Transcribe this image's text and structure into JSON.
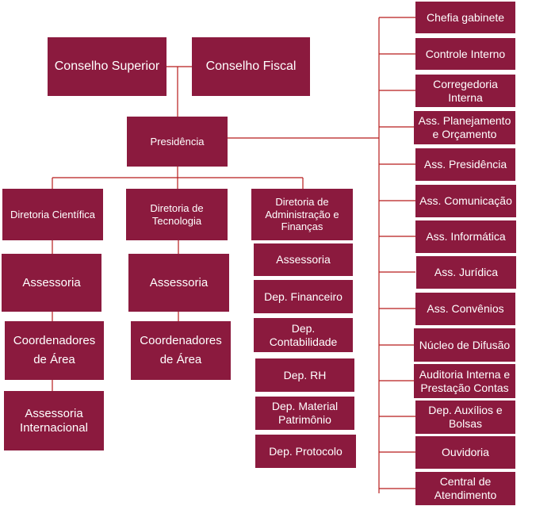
{
  "colors": {
    "box": "#8b1a3e",
    "line": "#b71c1c",
    "text": "#ffffff"
  },
  "top": {
    "superior": "Conselho Superior",
    "fiscal": "Conselho Fiscal",
    "presidencia": "Presidência"
  },
  "cientifica": {
    "title": "Diretoria Científica",
    "items": [
      "Assessoria",
      "Coordenadores\nde Área",
      "Assessoria\nInternacional"
    ]
  },
  "tecnologia": {
    "title": "Diretoria de\nTecnologia",
    "items": [
      "Assessoria",
      "Coordenadores\nde Área"
    ]
  },
  "administracao": {
    "title": "Diretoria de\nAdministração e\nFinanças",
    "items": [
      "Assessoria",
      "Dep. Financeiro",
      "Dep.\nContabilidade",
      "Dep. RH",
      "Dep. Material\nPatrimônio",
      "Dep. Protocolo"
    ]
  },
  "staff": [
    "Chefia gabinete",
    "Controle Interno",
    "Corregedoria\nInterna",
    "Ass. Planejamento\ne Orçamento",
    "Ass. Presidência",
    "Ass. Comunicação",
    "Ass. Informática",
    "Ass. Jurídica",
    "Ass. Convênios",
    "Núcleo de Difusão",
    "Auditoria Interna e\nPrestação Contas",
    "Dep. Auxílios e\nBolsas",
    "Ouvidoria",
    "Central de\nAtendimento"
  ]
}
